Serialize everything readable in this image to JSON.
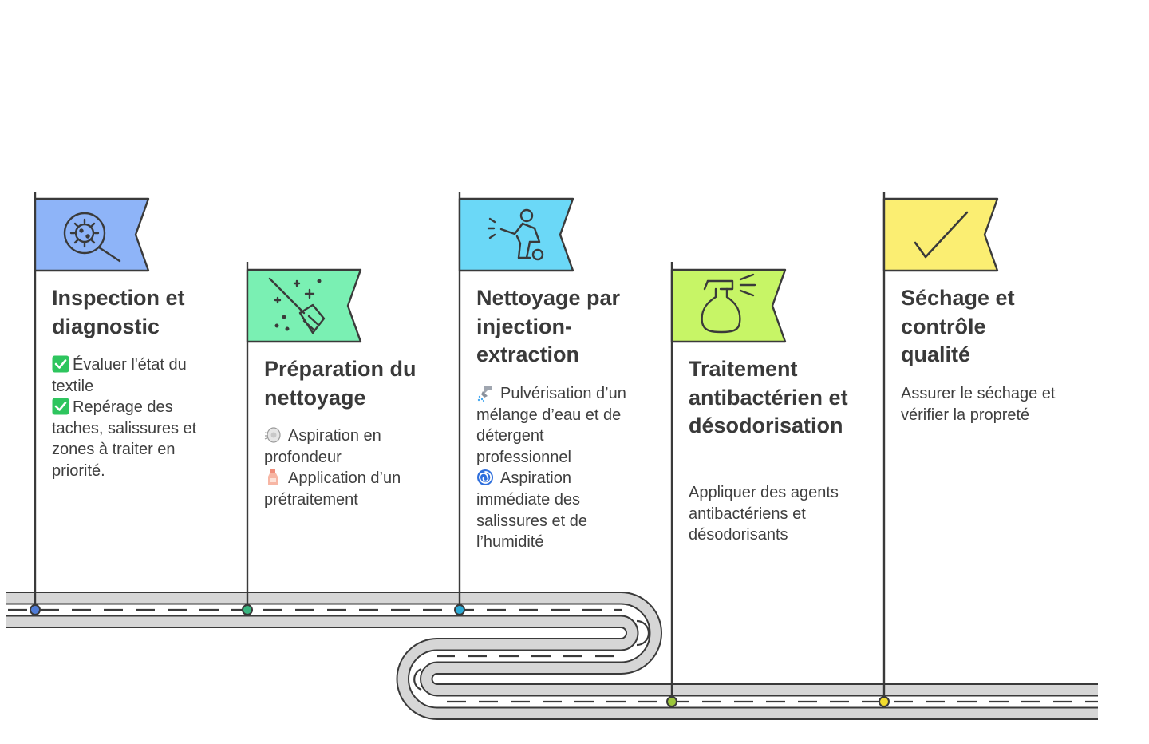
{
  "colors": {
    "outline": "#3a3a3a",
    "road": "#d6d6d6",
    "step1": "#8eb4f8",
    "step2": "#7af0b3",
    "step3": "#6bd8f7",
    "step4": "#c7f566",
    "step5": "#fbee72",
    "marker1": "#4f7cd8",
    "marker2": "#38b57f",
    "marker3": "#2aaad6",
    "marker4": "#9cc63a",
    "marker5": "#f2dc2e"
  },
  "steps": [
    {
      "icon": "bacteria-magnifier-icon",
      "title": "Inspection et diagnostic",
      "lines": [
        {
          "emoji": "check-mark-icon",
          "text": "Évaluer l'état du textile"
        },
        {
          "emoji": "check-mark-icon",
          "text": "Repérage des taches, salissures et zones à traiter en priorité."
        }
      ]
    },
    {
      "icon": "broom-sparkles-icon",
      "title": "Préparation du nettoyage",
      "lines": [
        {
          "emoji": "vacuum-icon",
          "text": "Aspiration en profondeur"
        },
        {
          "emoji": "spray-bottle-icon",
          "text": "Application d’un prétraitement"
        }
      ]
    },
    {
      "icon": "person-cleaning-machine-icon",
      "title": "Nettoyage par injection-extraction",
      "lines": [
        {
          "emoji": "shower-icon",
          "text": "Pulvérisation d’un mélange d’eau et de détergent professionnel"
        },
        {
          "emoji": "cyclone-icon",
          "text": "Aspiration immédiate des salissures et de l’humidité"
        }
      ]
    },
    {
      "icon": "spray-bottle-icon",
      "title": "Traitement antibactérien et désodorisation",
      "lines": [
        {
          "text": "Appliquer des agents antibactériens et désodorisants"
        }
      ]
    },
    {
      "icon": "checkmark-icon",
      "title": "Séchage et contrôle qualité",
      "lines": [
        {
          "text": "Assurer le séchage et vérifier la propreté"
        }
      ]
    }
  ]
}
